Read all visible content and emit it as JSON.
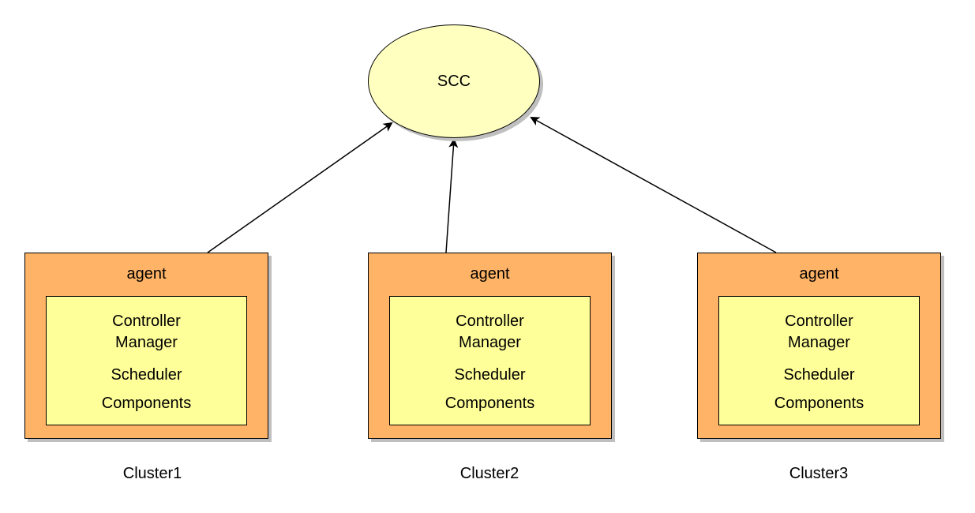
{
  "hub": {
    "label": "SCC"
  },
  "clusters": [
    {
      "name": "Cluster1",
      "agent_label": "agent",
      "components": {
        "controller_manager": "Controller\nManager",
        "scheduler": "Scheduler",
        "components": "Components"
      }
    },
    {
      "name": "Cluster2",
      "agent_label": "agent",
      "components": {
        "controller_manager": "Controller\nManager",
        "scheduler": "Scheduler",
        "components": "Components"
      }
    },
    {
      "name": "Cluster3",
      "agent_label": "agent",
      "components": {
        "controller_manager": "Controller\nManager",
        "scheduler": "Scheduler",
        "components": "Components"
      }
    }
  ],
  "edges": [
    {
      "from": "Cluster1",
      "to": "SCC"
    },
    {
      "from": "Cluster2",
      "to": "SCC"
    },
    {
      "from": "Cluster3",
      "to": "SCC"
    }
  ],
  "colors": {
    "hub_fill": "#ffffc0",
    "agent_fill": "#ffb366",
    "inner_fill": "#ffff99",
    "stroke": "#000000",
    "shadow": "#bfbfbf"
  }
}
